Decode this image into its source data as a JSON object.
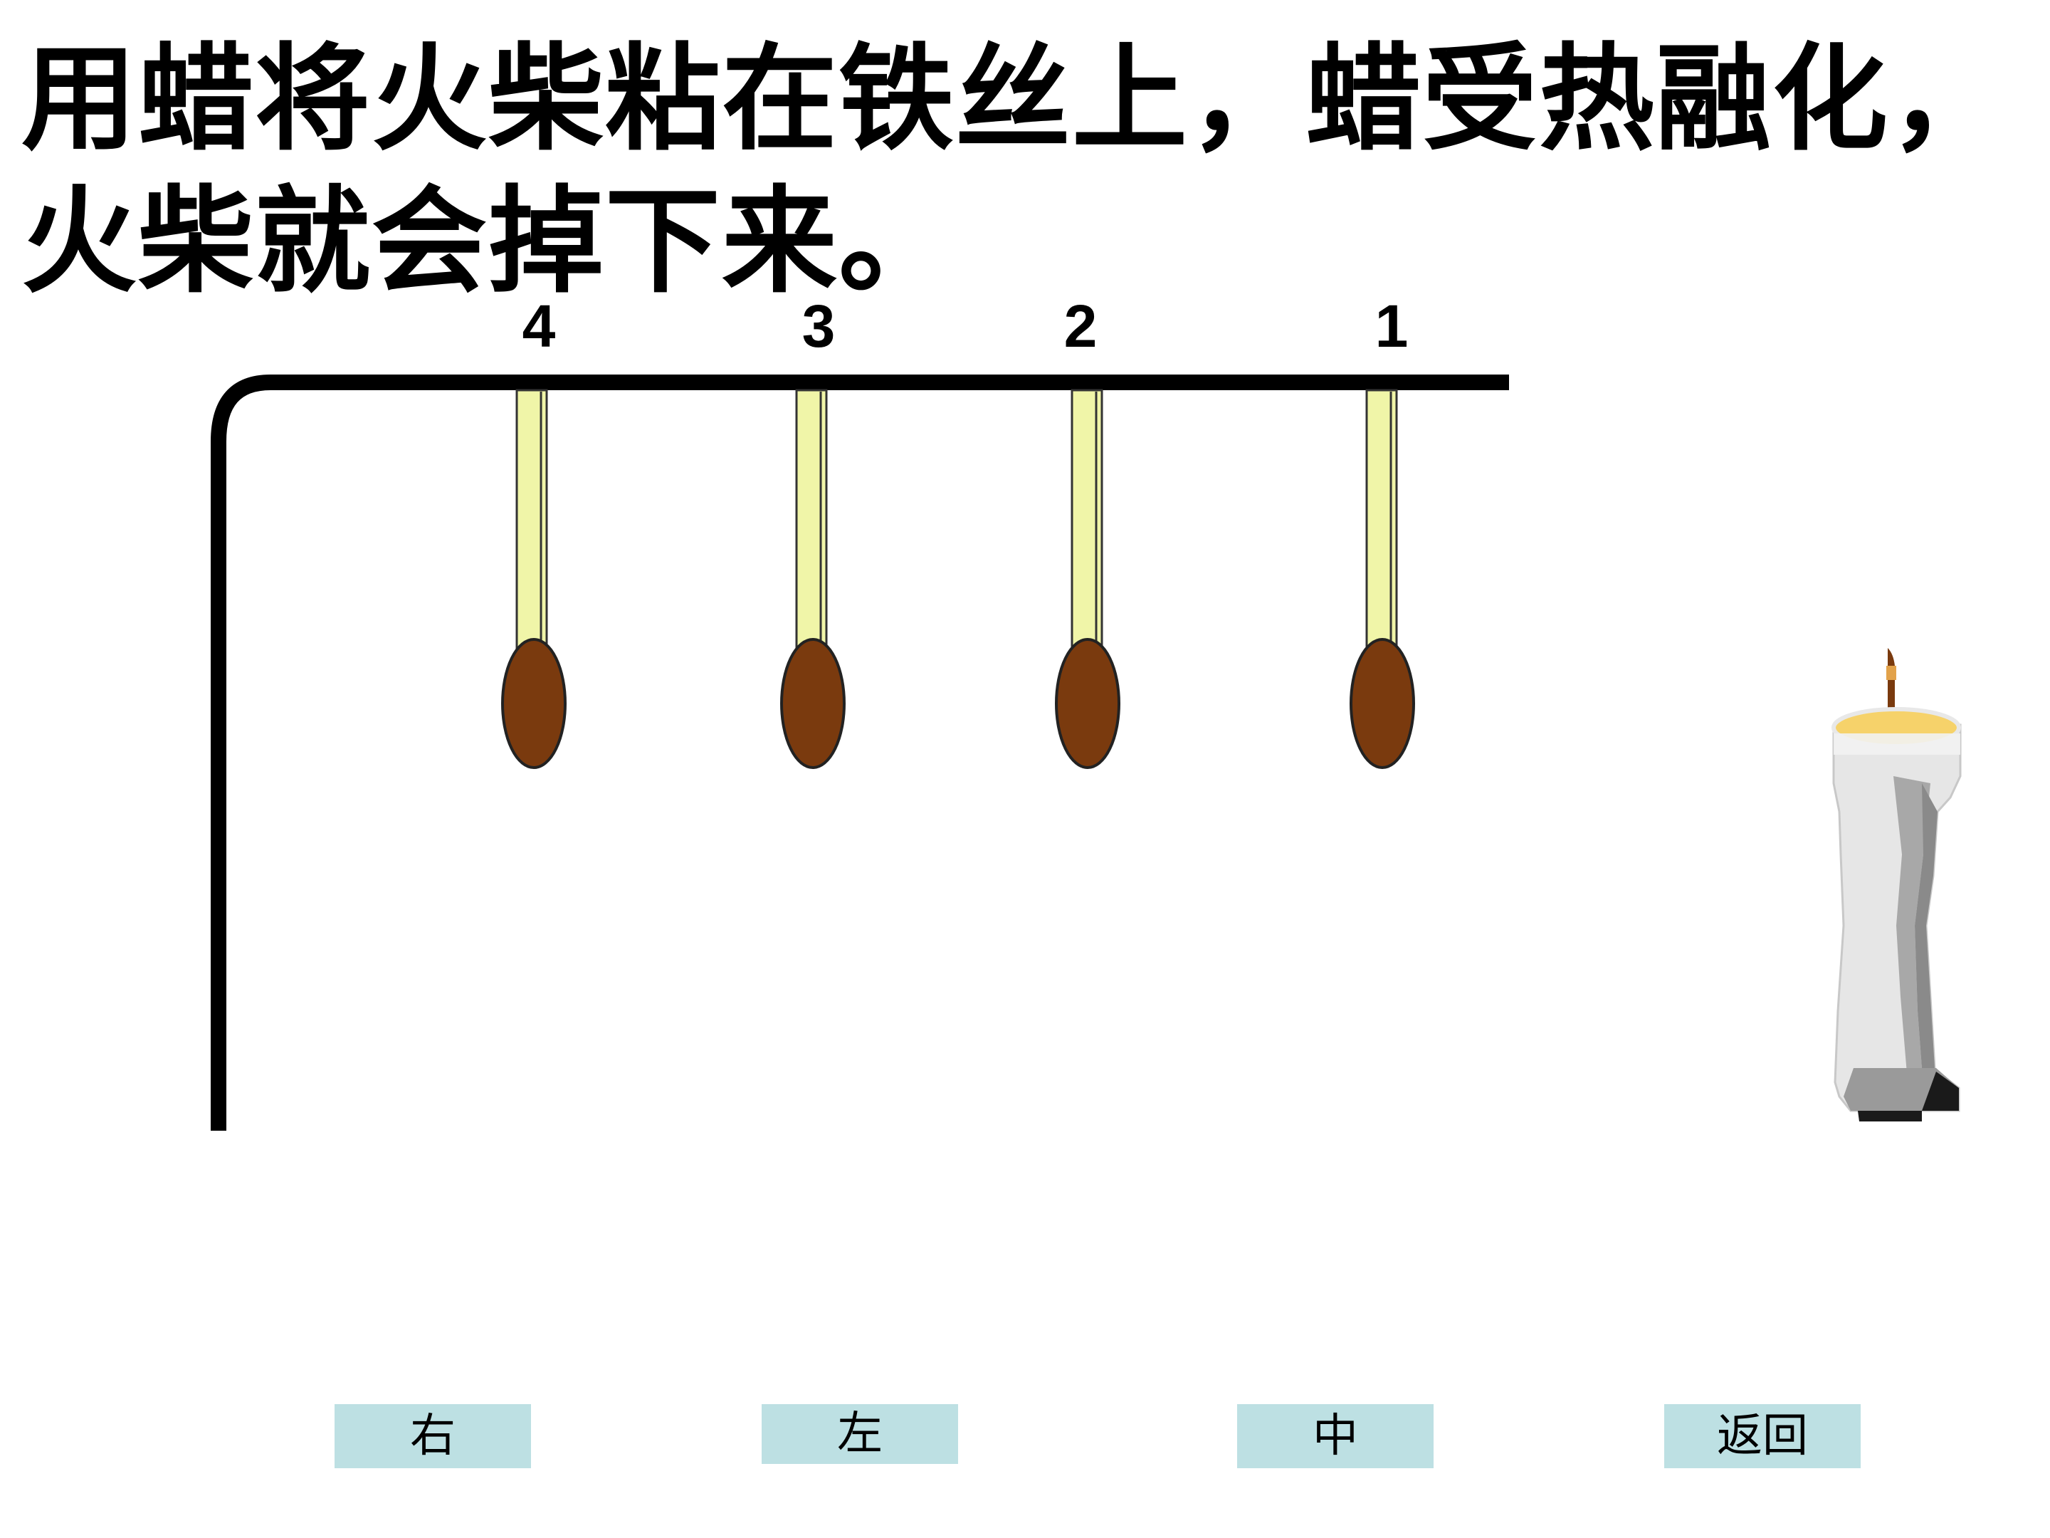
{
  "title": {
    "line1": "用蜡将火柴粘在铁丝上，蜡受热融化，",
    "line2": "火柴就会掉下来。"
  },
  "match_labels": [
    "4",
    "3",
    "2",
    "1"
  ],
  "buttons": {
    "right": "右",
    "left": "左",
    "middle": "中",
    "back": "返回"
  },
  "colors": {
    "wire": "#000000",
    "match_stick": "#f0f5a8",
    "match_head": "#7a3a0e",
    "candle_body": "#e4e4e4",
    "candle_top": "#f6d26a",
    "button_bg": "#bde0e3"
  }
}
